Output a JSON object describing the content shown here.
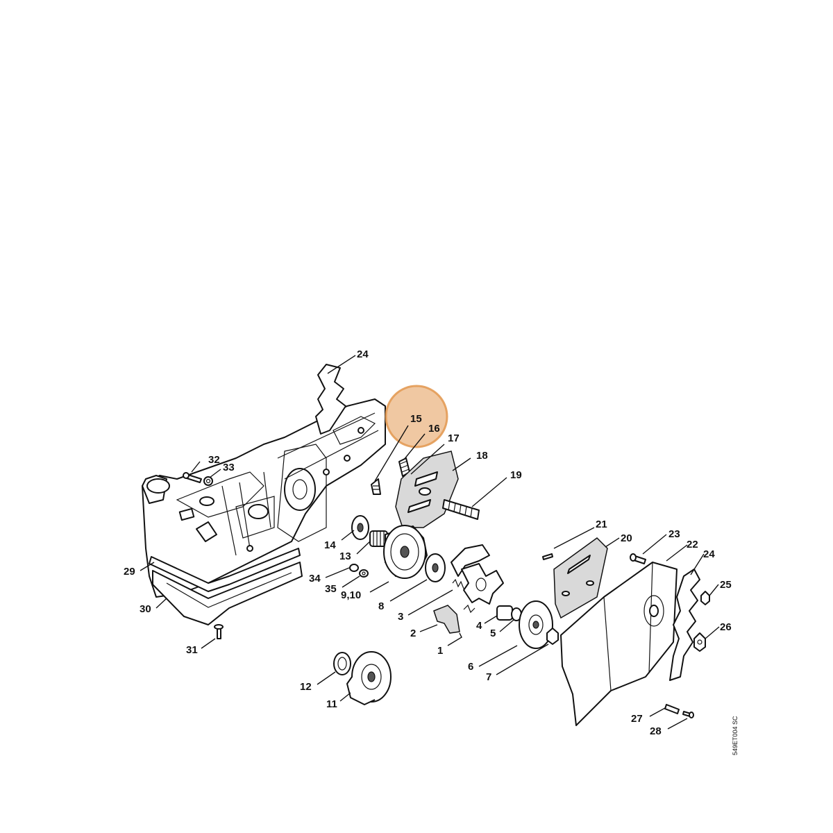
{
  "diagram": {
    "drawing_code": "549ET004 SC",
    "highlight_color": "#e39b55",
    "labels": [
      {
        "id": "p1",
        "text": "1"
      },
      {
        "id": "p2",
        "text": "2"
      },
      {
        "id": "p3",
        "text": "3"
      },
      {
        "id": "p4",
        "text": "4"
      },
      {
        "id": "p5",
        "text": "5"
      },
      {
        "id": "p6",
        "text": "6"
      },
      {
        "id": "p7",
        "text": "7"
      },
      {
        "id": "p8",
        "text": "8"
      },
      {
        "id": "p9",
        "text": "9,10"
      },
      {
        "id": "p11",
        "text": "11"
      },
      {
        "id": "p12",
        "text": "12"
      },
      {
        "id": "p13",
        "text": "13"
      },
      {
        "id": "p14",
        "text": "14"
      },
      {
        "id": "p15",
        "text": "15"
      },
      {
        "id": "p16",
        "text": "16"
      },
      {
        "id": "p17",
        "text": "17"
      },
      {
        "id": "p18",
        "text": "18"
      },
      {
        "id": "p19",
        "text": "19"
      },
      {
        "id": "p20",
        "text": "20"
      },
      {
        "id": "p21",
        "text": "21"
      },
      {
        "id": "p22",
        "text": "22"
      },
      {
        "id": "p23",
        "text": "23"
      },
      {
        "id": "p24a",
        "text": "24"
      },
      {
        "id": "p24b",
        "text": "24"
      },
      {
        "id": "p25",
        "text": "25"
      },
      {
        "id": "p26",
        "text": "26"
      },
      {
        "id": "p27",
        "text": "27"
      },
      {
        "id": "p28",
        "text": "28"
      },
      {
        "id": "p29",
        "text": "29"
      },
      {
        "id": "p30",
        "text": "30"
      },
      {
        "id": "p31",
        "text": "31"
      },
      {
        "id": "p32",
        "text": "32"
      },
      {
        "id": "p33",
        "text": "33"
      },
      {
        "id": "p34",
        "text": "34"
      },
      {
        "id": "p35",
        "text": "35"
      }
    ]
  }
}
